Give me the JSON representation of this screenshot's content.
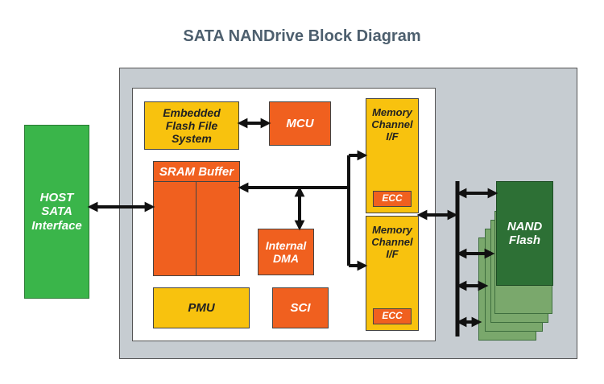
{
  "title": "SATA NANDrive Block Diagram",
  "blocks": {
    "host": [
      "HOST",
      "SATA",
      "Interface"
    ],
    "embedded_fs": [
      "Embedded",
      "Flash File",
      "System"
    ],
    "mcu": "MCU",
    "sram": "SRAM Buffer",
    "dma": [
      "Internal",
      "DMA"
    ],
    "pmu": "PMU",
    "sci": "SCI",
    "memory_channel_1": [
      "Memory",
      "Channel",
      "I/F"
    ],
    "memory_channel_2": [
      "Memory",
      "Channel I/F"
    ],
    "ecc": "ECC",
    "nand": [
      "NAND",
      "Flash"
    ]
  },
  "colors": {
    "yellow": "#f8c20e",
    "orange": "#f0601f",
    "green": "#3ab54a",
    "dark_green": "#2d7035",
    "gray": "#c6ccd1"
  }
}
